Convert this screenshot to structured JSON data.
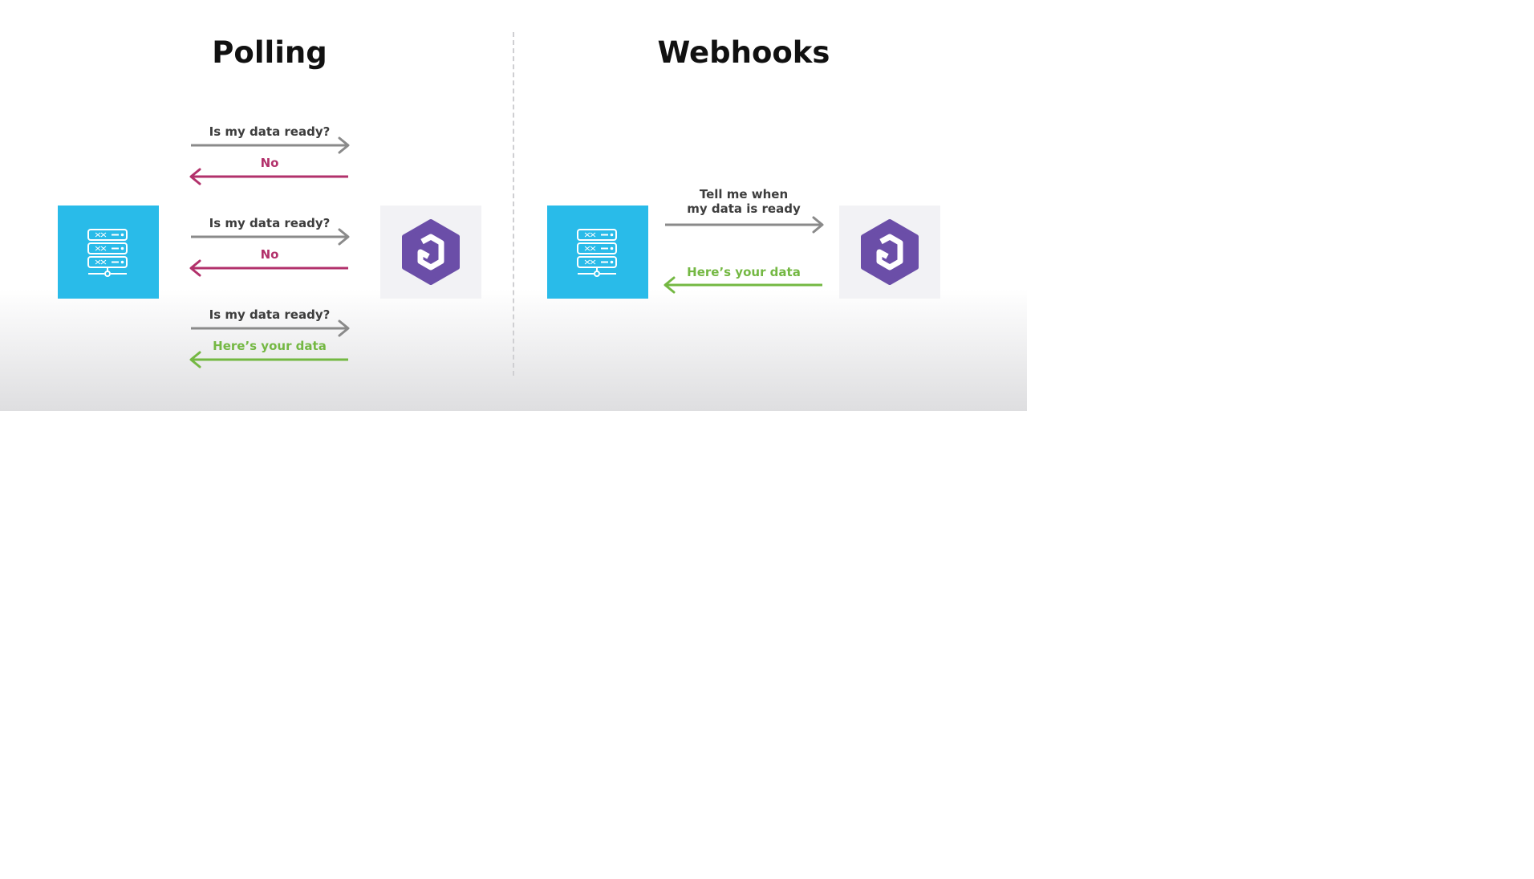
{
  "polling": {
    "title": "Polling",
    "messages": [
      {
        "text": "Is my data ready?",
        "direction": "right",
        "color": "#8a8a8a"
      },
      {
        "text": "No",
        "direction": "left",
        "color": "#b2316b"
      },
      {
        "text": "Is my data ready?",
        "direction": "right",
        "color": "#8a8a8a"
      },
      {
        "text": "No",
        "direction": "left",
        "color": "#b2316b"
      },
      {
        "text": "Is my data ready?",
        "direction": "right",
        "color": "#8a8a8a"
      },
      {
        "text": "Here’s your data",
        "direction": "left",
        "color": "#74b843"
      }
    ]
  },
  "webhooks": {
    "title": "Webhooks",
    "messages": [
      {
        "text": "Tell me when\nmy data is ready",
        "direction": "right",
        "color": "#8a8a8a"
      },
      {
        "text": "Here’s your data",
        "direction": "left",
        "color": "#74b843"
      }
    ]
  },
  "icons": {
    "client": "server-icon",
    "service": "hexagon-logo-icon"
  },
  "colors": {
    "server_tile": "#29bbe9",
    "logo_tile": "#f2f2f5",
    "logo": "#6b4ea8",
    "request": "#8a8a8a",
    "negative": "#b2316b",
    "positive": "#74b843"
  }
}
